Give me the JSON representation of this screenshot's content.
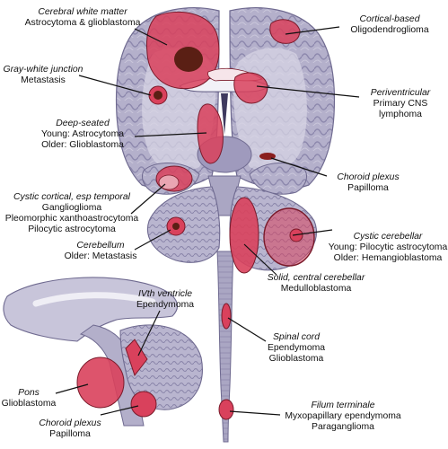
{
  "colors": {
    "lesion": "#d9415c",
    "lesion_stroke": "#7a1a2a",
    "necrosis": "#5a1f14",
    "brain_gray": "#a9a5c2",
    "brain_light": "#e6e4ef",
    "brain_dark": "#6f6a90",
    "leader": "#111111"
  },
  "labels": {
    "cerebral_white": {
      "heading": "Cerebral white matter",
      "lines": [
        "Astrocytoma & glioblastoma"
      ]
    },
    "cortical_based": {
      "heading": "Cortical-based",
      "lines": [
        "Oligodendroglioma"
      ]
    },
    "gray_white": {
      "heading": "Gray-white junction",
      "lines": [
        "Metastasis"
      ]
    },
    "periventricular": {
      "heading": "Periventricular",
      "lines": [
        "Primary CNS",
        "lymphoma"
      ]
    },
    "deep_seated": {
      "heading": "Deep-seated",
      "lines": [
        "Young: Astrocytoma",
        "Older: Glioblastoma"
      ]
    },
    "choroid_plexus_top": {
      "heading": "Choroid plexus",
      "lines": [
        "Papilloma"
      ]
    },
    "cystic_cortical": {
      "heading": "Cystic cortical, esp temporal",
      "lines": [
        "Ganglioglioma",
        "Pleomorphic xanthoastrocytoma",
        "Pilocytic astrocytoma"
      ]
    },
    "cystic_cerebellar": {
      "heading": "Cystic cerebellar",
      "lines": [
        "Young: Pilocytic astrocytoma",
        "Older: Hemangioblastoma"
      ]
    },
    "cerebellum": {
      "heading": "Cerebellum",
      "lines": [
        "Older: Metastasis"
      ]
    },
    "solid_central": {
      "heading": "Solid, central cerebellar",
      "lines": [
        "Medulloblastoma"
      ]
    },
    "ivth_ventricle": {
      "heading": "IVth ventricle",
      "lines": [
        "Ependymoma"
      ]
    },
    "spinal_cord": {
      "heading": "Spinal cord",
      "lines": [
        "Ependymoma",
        "Glioblastoma"
      ]
    },
    "pons": {
      "heading": "Pons",
      "lines": [
        "Glioblastoma"
      ]
    },
    "choroid_plexus_bottom": {
      "heading": "Choroid plexus",
      "lines": [
        "Papilloma"
      ]
    },
    "filum_terminale": {
      "heading": "Filum terminale",
      "lines": [
        "Myxopapillary ependymoma",
        "Paraganglioma"
      ]
    }
  }
}
